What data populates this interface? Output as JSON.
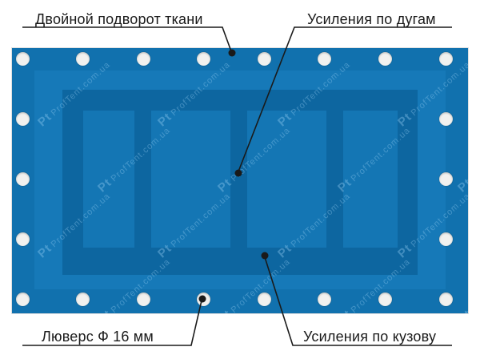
{
  "figure": {
    "type": "tarpaulin-product-diagram",
    "callouts": {
      "double_hem": "Двойной подворот ткани",
      "arc_reinforcement": "Усиления по дугам",
      "grommet": "Люверс Ф 16 мм",
      "body_reinforcement": "Усиления по кузову"
    },
    "watermark": {
      "initials": "Pt",
      "text": "ProfTent.com.ua"
    },
    "structure": {
      "panels": 4,
      "arc_reinforcement_strips": 3,
      "grommets_top_row": 8,
      "grommets_bottom_row": 8,
      "grommets_left_column": 5,
      "grommets_right_column": 5,
      "grommets_total": 22
    },
    "colors": {
      "background": "#FFFFFF",
      "fabric_base": "#1171AE",
      "inner_field": "#1679B8",
      "reinforcement": "#0D66A0",
      "panel": "#1476B4",
      "grommet": "#F1F1EF",
      "callout_line": "#1A1A1A"
    }
  }
}
